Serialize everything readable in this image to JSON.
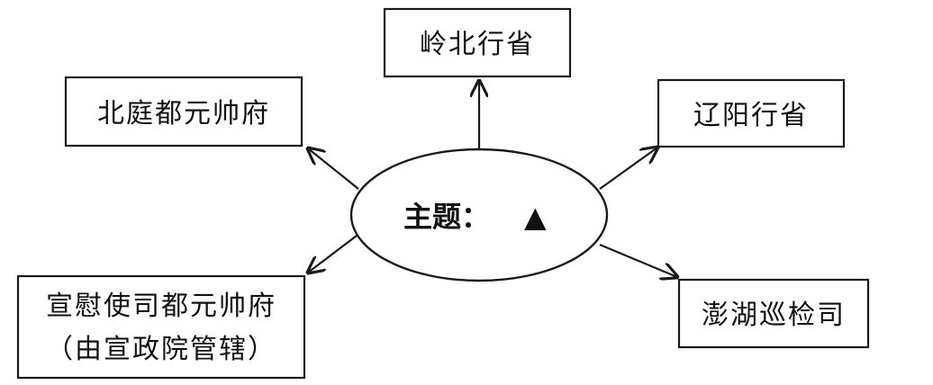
{
  "center": {
    "label": "主题：",
    "symbol": "▲"
  },
  "nodes": {
    "top": "岭北行省",
    "top_left": "北庭都元帅府",
    "top_right": "辽阳行省",
    "bottom_left_line1": "宣慰使司都元帅府",
    "bottom_left_line2": "（由宣政院管辖）",
    "bottom_right": "澎湖巡检司"
  },
  "colors": {
    "stroke": "#1a1a1a",
    "background": "#ffffff"
  }
}
